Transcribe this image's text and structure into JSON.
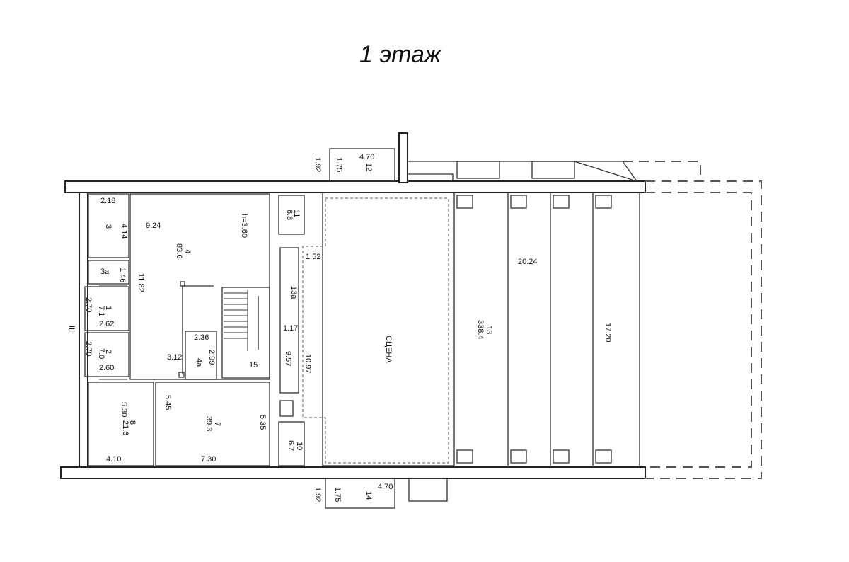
{
  "title": "1 этаж",
  "labels": {
    "r3_w": "2.18",
    "r3_num": "3",
    "r3_h": "4.14",
    "r4_w": "9.24",
    "r4_num": "4",
    "r4_area": "83.6",
    "r4_height": "h=3.60",
    "r4_h": "11.82",
    "r3a_num": "3а",
    "r3a_h": "1.46",
    "r1_d": "2.70",
    "r1_num": "1",
    "r1_area": "7.1",
    "r1_w": "2.62",
    "r2_d": "2.70",
    "r2_num": "2",
    "r2_area": "7.0",
    "r2_w": "2.60",
    "r4_312": "3.12",
    "r4a_w": "2.36",
    "r4a_num": "4а",
    "r4a_h": "2.99",
    "r15": "15",
    "r8_num": "8",
    "r8_area": "21.6",
    "r8_h": "5.30",
    "r8_w": "4.10",
    "r7_num": "7",
    "r7_area": "39.3",
    "r7_h": "5.45",
    "r7_side": "5.35",
    "r7_w": "7.30",
    "r11_num": "11",
    "r11_area": "6.8",
    "r13a_num": "13а",
    "r13a_w": "1.17",
    "r13a_h": "9.57",
    "r10_num": "10",
    "r10_area": "6.7",
    "r12_d1": "1.92",
    "r12_d2": "1.75",
    "r12_w": "4.70",
    "r12_num": "12",
    "r14_d1": "1.92",
    "r14_d2": "1.75",
    "r14_w": "4.70",
    "r14_num": "14",
    "stage_w": "1.52",
    "stage_name": "СЦЕНА",
    "stage_h": "10.97",
    "hall_num": "13",
    "hall_area": "338.4",
    "hall_w": "20.24",
    "hall_h": "17.20",
    "axis": "III"
  }
}
